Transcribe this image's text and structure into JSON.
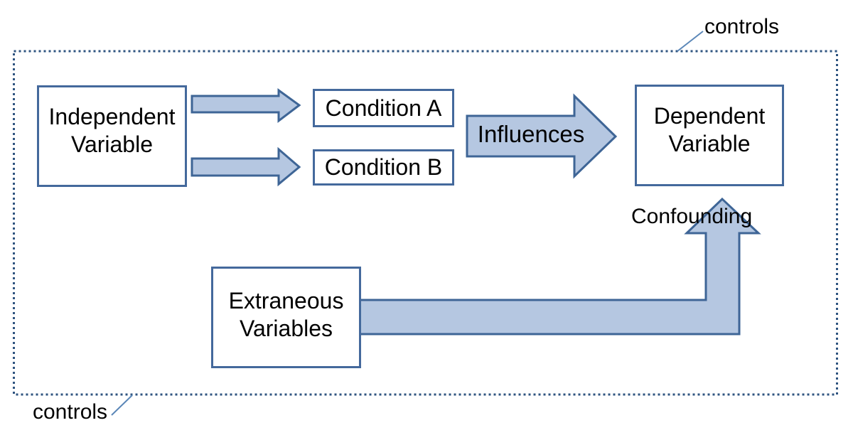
{
  "diagram": {
    "boxes": {
      "independent": {
        "label": "Independent\nVariable"
      },
      "condition_a": {
        "label": "Condition A"
      },
      "condition_b": {
        "label": "Condition B"
      },
      "dependent": {
        "label": "Dependent\nVariable"
      },
      "extraneous": {
        "label": "Extraneous\nVariables"
      }
    },
    "arrows": {
      "influences_label": "Influences",
      "confounding_label": "Confounding"
    },
    "annotations": {
      "controls_top": "controls",
      "controls_bottom": "controls"
    },
    "colors": {
      "arrow_fill": "#b5c7e1",
      "arrow_stroke": "#3e6596",
      "box_border": "#44699c",
      "dotted_border": "#2f5480",
      "leader_line": "#5b87b8",
      "text": "#000000"
    }
  }
}
